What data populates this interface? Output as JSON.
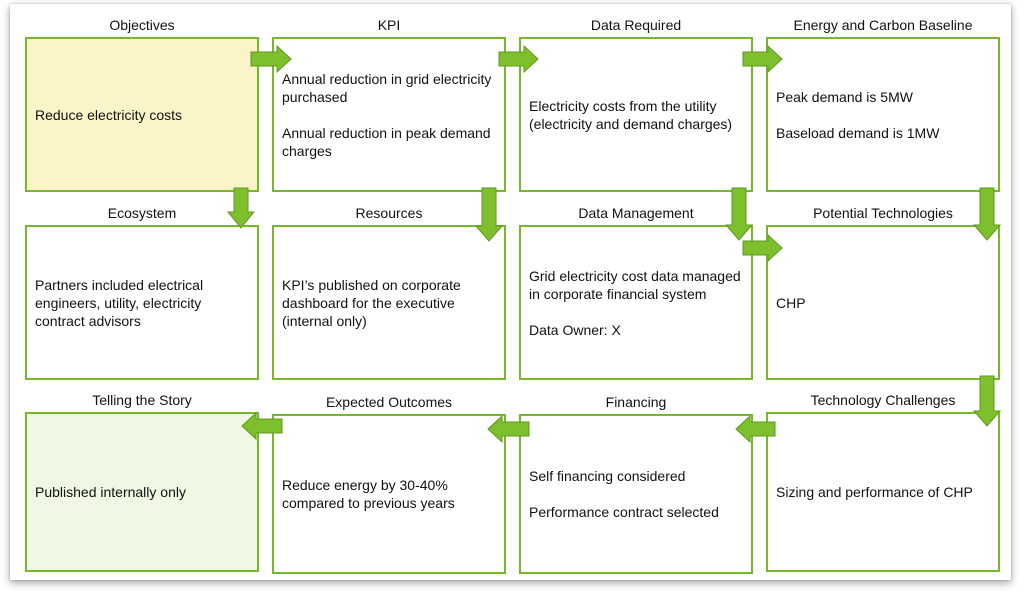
{
  "cells": {
    "objectives": {
      "title": "Objectives",
      "lines": [
        "Reduce electricity costs"
      ]
    },
    "kpi": {
      "title": "KPI",
      "lines": [
        "Annual reduction in grid electricity purchased",
        "Annual reduction in peak demand charges"
      ]
    },
    "data_required": {
      "title": "Data Required",
      "lines": [
        "Electricity costs from the utility (electricity and demand charges)"
      ]
    },
    "energy_baseline": {
      "title": "Energy and Carbon Baseline",
      "lines": [
        "Peak demand is 5MW",
        "Baseload demand is 1MW"
      ]
    },
    "ecosystem": {
      "title": "Ecosystem",
      "lines": [
        "Partners included electrical engineers, utility, electricity contract advisors"
      ]
    },
    "resources": {
      "title": "Resources",
      "lines": [
        "KPI’s published on corporate dashboard for the executive (internal only)"
      ]
    },
    "data_management": {
      "title": "Data Management",
      "lines": [
        "Grid electricity cost data managed in corporate financial system",
        "Data Owner: X"
      ]
    },
    "potential_technologies": {
      "title": "Potential Technologies",
      "lines": [
        "CHP"
      ]
    },
    "telling_story": {
      "title": "Telling the Story",
      "lines": [
        "Published internally only"
      ]
    },
    "expected_outcomes": {
      "title": "Expected Outcomes",
      "lines": [
        "Reduce energy by 30-40% compared to previous years"
      ]
    },
    "financing": {
      "title": "Financing",
      "lines": [
        "Self financing considered",
        "Performance contract selected"
      ]
    },
    "technology_challenges": {
      "title": "Technology Challenges",
      "lines": [
        "Sizing and performance of CHP"
      ]
    }
  },
  "colors": {
    "arrow": "#7dbf2d",
    "arrow_edge": "#5e9a1c",
    "box_border": "#77b82a",
    "highlight_yellow": "#fbf4c8",
    "highlight_green": "#eef8e2"
  }
}
